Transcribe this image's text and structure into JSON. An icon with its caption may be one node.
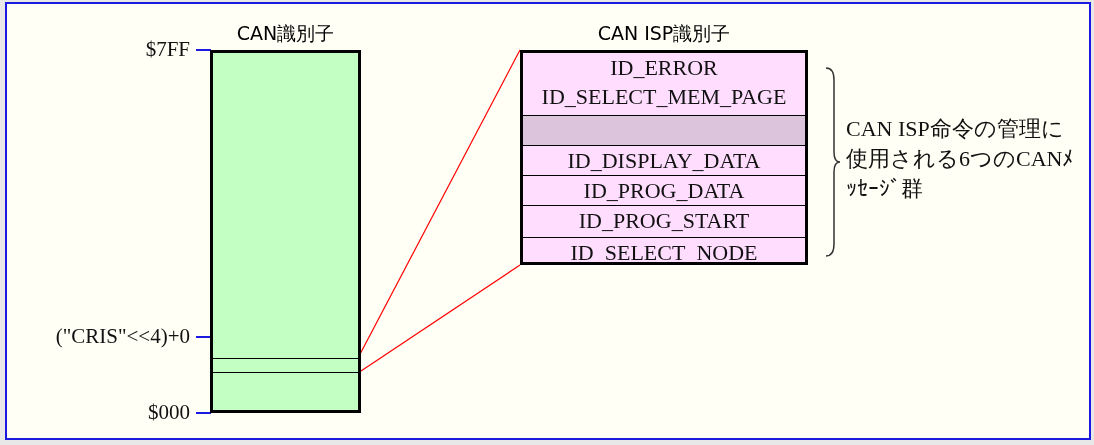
{
  "diagram": {
    "nodes": [
      {
        "text": [
          "CAN識別子"
        ]
      },
      {
        "text": [],
        "shape": "bar",
        "in": 0
      },
      {
        "text": [
          "CAN ISP識別子"
        ]
      },
      {
        "text": [
          "ID_ERROR",
          "ID_SELECT_MEM_PAGE"
        ],
        "in": 2
      },
      {
        "text": [],
        "shape": "box",
        "in": 2
      },
      {
        "text": [
          "ID_DISPLAY_DATA"
        ],
        "in": 2
      },
      {
        "text": [
          "ID_PROG_DATA"
        ],
        "in": 2
      },
      {
        "text": [
          "ID_PROG_START"
        ],
        "in": 2
      },
      {
        "text": [
          "ID_SELECT_NODE"
        ],
        "in": 2
      }
    ],
    "edges": [
      {
        "from": 1,
        "to": 2,
        "arrow": "none"
      },
      {
        "from": 1,
        "to": 2,
        "arrow": "none"
      }
    ],
    "labels": [
      "$7FF",
      "(\"CRIS\"<<4)+0",
      "$000",
      "CAN ISP命令の管理に使用される6つのCANﾒｯｾｰｼﾞ群"
    ]
  }
}
